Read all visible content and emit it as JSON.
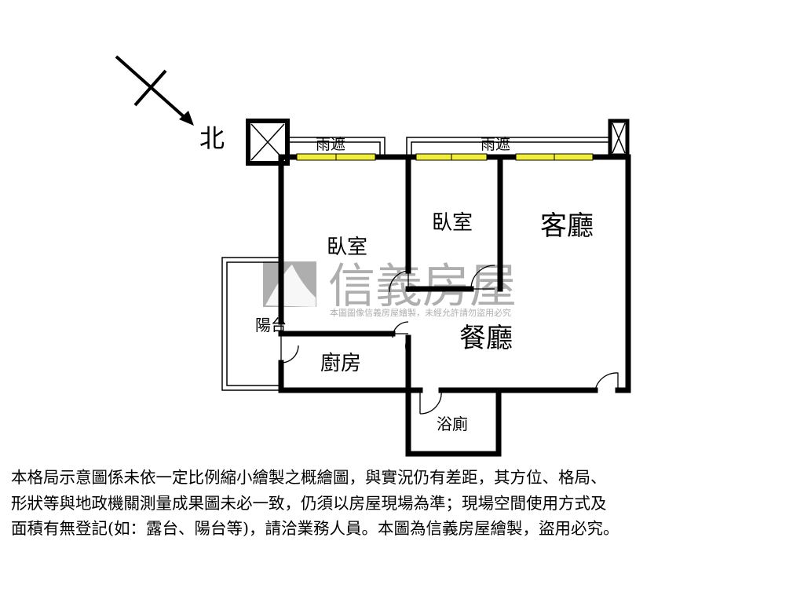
{
  "compass": {
    "north_label": "北",
    "icon": "north-arrow-icon"
  },
  "rooms": {
    "bedroom_left": "臥室",
    "bedroom_mid": "臥室",
    "living_room": "客廳",
    "balcony": "陽台",
    "kitchen": "廚房",
    "dining_room": "餐廳",
    "bathroom": "浴廁",
    "canopy_left": "雨遮",
    "canopy_right": "雨遮"
  },
  "watermark": {
    "brand": "信義房屋",
    "notice": "本圖圖像信義房屋繪製，未經允許請勿盜用必究"
  },
  "colors": {
    "wall": "#000000",
    "window": "#f2ef3a",
    "watermark": "#9a9a9a"
  },
  "disclaimer": [
    "本格局示意圖係未依一定比例縮小繪製之概繪圖，與實況仍有差距，其方位、格局、",
    "形狀等與地政機關測量成果圖未必一致，仍須以房屋現場為準；現場空間使用方式及",
    "面積有無登記(如：露台、陽台等)，請洽業務人員。本圖為信義房屋繪製，盜用必究。"
  ]
}
